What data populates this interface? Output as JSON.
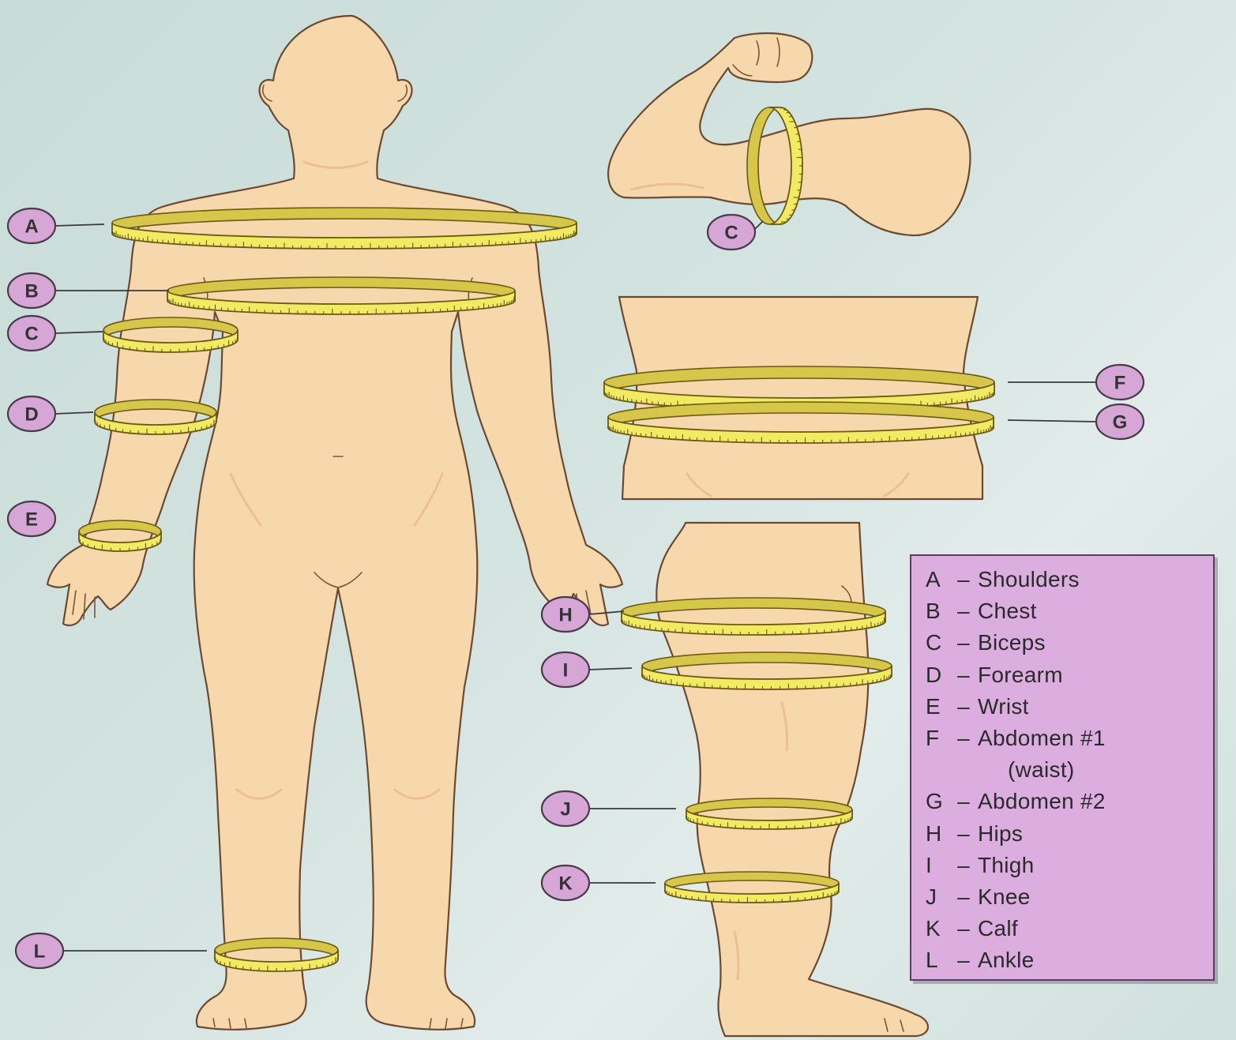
{
  "labels": {
    "A": "A",
    "B": "B",
    "C": "C",
    "D": "D",
    "E": "E",
    "F": "F",
    "G": "G",
    "H": "H",
    "I": "I",
    "J": "J",
    "K": "K",
    "L": "L"
  },
  "legend": {
    "items": [
      {
        "letter": "A",
        "dash": "–",
        "text": "Shoulders"
      },
      {
        "letter": "B",
        "dash": "–",
        "text": "Chest"
      },
      {
        "letter": "C",
        "dash": "–",
        "text": "Biceps"
      },
      {
        "letter": "D",
        "dash": "–",
        "text": "Forearm"
      },
      {
        "letter": "E",
        "dash": "–",
        "text": "Wrist"
      },
      {
        "letter": "F",
        "dash": "–",
        "text": "Abdomen #1"
      },
      {
        "letter": "",
        "dash": "",
        "text": "(waist)"
      },
      {
        "letter": "G",
        "dash": "–",
        "text": "Abdomen #2"
      },
      {
        "letter": "H",
        "dash": "–",
        "text": "Hips"
      },
      {
        "letter": "I",
        "dash": "–",
        "text": "Thigh"
      },
      {
        "letter": "J",
        "dash": "–",
        "text": "Knee"
      },
      {
        "letter": "K",
        "dash": "–",
        "text": "Calf"
      },
      {
        "letter": "L",
        "dash": "–",
        "text": "Ankle"
      }
    ]
  },
  "colors": {
    "background": "#d3e3e0",
    "skin": "#f7d8ac",
    "tape": "#f3ea63",
    "badge": "#d6a7d6",
    "legend_box": "#dcaee0"
  }
}
